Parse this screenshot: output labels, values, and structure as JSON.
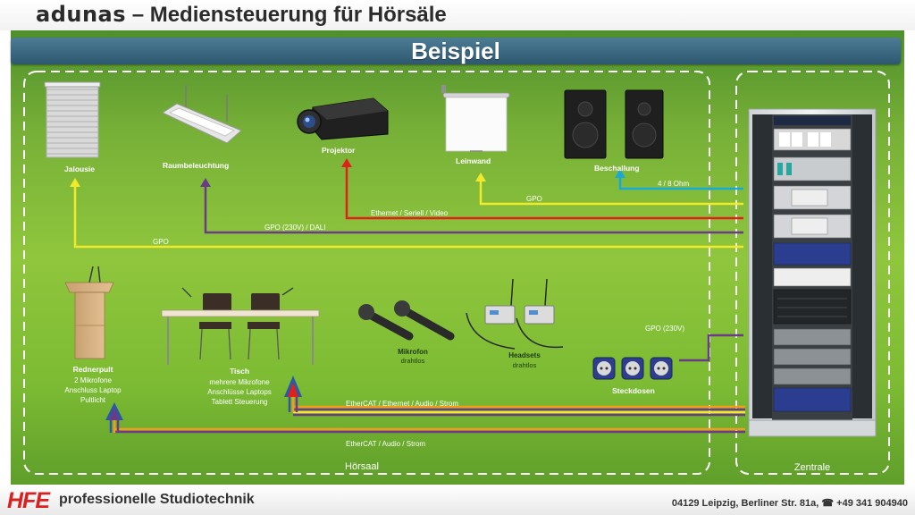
{
  "header": {
    "brand": "adunas",
    "title": " – Mediensteuerung für Hörsäle"
  },
  "banner": {
    "text": "Beispiel"
  },
  "zones": {
    "hall": "Hörsaal",
    "central": "Zentrale"
  },
  "devices": {
    "jalousie": "Jalousie",
    "raumbeleuchtung": "Raumbeleuchtung",
    "projektor": "Projektor",
    "leinwand": "Leinwand",
    "beschallung": "Beschallung",
    "rednerpult": {
      "name": "Rednerpult",
      "lines": [
        "2 Mikrofone",
        "Anschluss Laptop",
        "Pultlicht"
      ]
    },
    "tisch": {
      "name": "Tisch",
      "lines": [
        "mehrere Mikrofone",
        "Anschlüsse Laptops",
        "Tablett Steuerung"
      ]
    },
    "mikrofon": {
      "name": "Mikrofon",
      "sub": "drahtlos"
    },
    "headsets": {
      "name": "Headsets",
      "sub": "drahtlos"
    },
    "steckdosen": "Steckdosen"
  },
  "connections": {
    "beschallung": "4 / 8 Ohm",
    "leinwand": "GPO",
    "projektor": "Ethernet / Seriell / Video",
    "raumbeleuchtung": "GPO (230V) / DALI",
    "jalousie": "GPO",
    "steckdosen": "GPO (230V)",
    "tisch": "EtherCAT / Ethernet / Audio / Strom",
    "rednerpult": "EtherCAT / Audio / Strom"
  },
  "colors": {
    "cyan": "#19a9d6",
    "yellow": "#f1ea2a",
    "red": "#e0211b",
    "purple": "#6a3c88",
    "orange": "#f39b1d",
    "blue": "#2d58a6",
    "logo_red": "#d92121"
  },
  "footer": {
    "logo": "HFE",
    "tagline": "professionelle Studiotechnik",
    "contact": "04129 Leipzig, Berliner Str. 81a, ☎ +49 341 904940"
  }
}
